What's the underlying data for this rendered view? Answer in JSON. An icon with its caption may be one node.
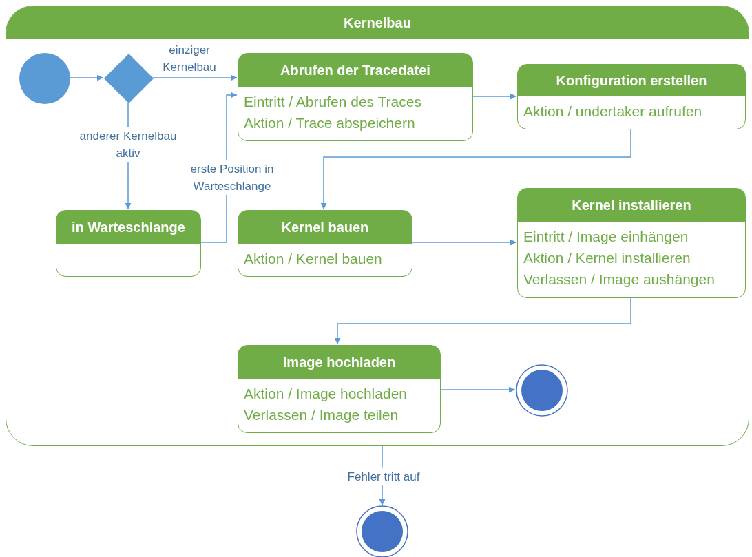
{
  "diagram": {
    "nodes": [
      {
        "text": [
          "Kernelbau"
        ]
      },
      {
        "text": [],
        "shape": "circle",
        "in": 0
      },
      {
        "text": [],
        "shape": "diamond",
        "in": 0
      },
      {
        "text": [
          "Abrufen der Tracedatei",
          "Eintritt / Abrufen des Traces",
          "Aktion / Trace abspeichern"
        ],
        "in": 0
      },
      {
        "text": [
          "Konfiguration erstellen",
          "Aktion / undertaker aufrufen"
        ],
        "in": 0
      },
      {
        "text": [
          "in Warteschlange"
        ],
        "in": 0
      },
      {
        "text": [
          "Kernel bauen",
          "Aktion / Kernel bauen"
        ],
        "in": 0
      },
      {
        "text": [
          "Kernel installieren",
          "Eintritt / Image einhängen",
          "Aktion / Kernel installieren",
          "Verlassen / Image aushängen"
        ],
        "in": 0
      },
      {
        "text": [
          "Image hochladen",
          "Aktion / Image hochladen",
          "Verlassen / Image teilen"
        ],
        "in": 0
      },
      {
        "text": [],
        "shape": "bullseye",
        "in": 0
      },
      {
        "text": [],
        "shape": "bullseye"
      }
    ],
    "edges": [
      {
        "from": 1,
        "to": 2,
        "arrow": "to"
      },
      {
        "from": 2,
        "to": 3,
        "arrow": "to",
        "label": "einziger Kernelbau"
      },
      {
        "from": 2,
        "to": 5,
        "arrow": "to",
        "label": "anderer Kernelbau aktiv"
      },
      {
        "from": 5,
        "to": 3,
        "arrow": "to",
        "label": "erste Position in Warteschlange"
      },
      {
        "from": 3,
        "to": 4,
        "arrow": "to"
      },
      {
        "from": 4,
        "to": 6,
        "arrow": "to"
      },
      {
        "from": 6,
        "to": 7,
        "arrow": "to"
      },
      {
        "from": 7,
        "to": 8,
        "arrow": "to"
      },
      {
        "from": 8,
        "to": 9,
        "arrow": "to"
      },
      {
        "from": 0,
        "to": 10,
        "arrow": "to",
        "label": "Fehler tritt auf"
      }
    ]
  }
}
